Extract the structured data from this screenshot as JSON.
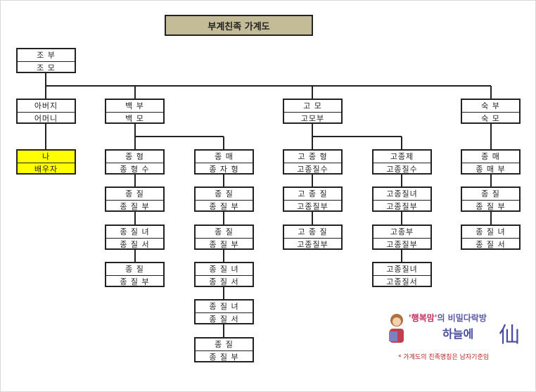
{
  "title": "부계친족 가계도",
  "grandparents": [
    "조 부",
    "조 모"
  ],
  "columns": [
    {
      "parent": [
        "아버지",
        "어머니"
      ],
      "children": [
        [
          "나",
          "배우자"
        ]
      ]
    },
    {
      "parent": [
        "백 부",
        "백 모"
      ],
      "children": [
        [
          "종 형",
          "종 형 수"
        ],
        [
          "종 질",
          "종 질 부"
        ],
        [
          "종 질 녀",
          "종 질 서"
        ],
        [
          "종 질",
          "종 질 부"
        ]
      ]
    },
    {
      "parent": null,
      "children": [
        [
          "종 매",
          "종 자 형"
        ],
        [
          "종 질",
          "종 질 부"
        ],
        [
          "종 질",
          "종 질 부"
        ],
        [
          "종 질 녀",
          "종 질 서"
        ],
        [
          "종 질 녀",
          "종 질 서"
        ],
        [
          "종 질",
          "종 질 부"
        ]
      ]
    },
    {
      "parent": [
        "고 모",
        "고모부"
      ],
      "children": [
        [
          "고 종 형",
          "고종질수"
        ],
        [
          "고 종 질",
          "고종질부"
        ],
        [
          "고 종 질",
          "고종질부"
        ]
      ]
    },
    {
      "parent": null,
      "children": [
        [
          "고종제",
          "고종질수"
        ],
        [
          "고종질녀",
          "고종질부"
        ],
        [
          "고종부",
          "고종질부"
        ],
        [
          "고종질녀",
          "고종질서"
        ]
      ]
    },
    {
      "parent": [
        "숙 부",
        "숙 모"
      ],
      "children": [
        [
          "종 매",
          "종 매 부"
        ],
        [
          "종 질",
          "종 질 부"
        ],
        [
          "종 질 녀",
          "종 질 서"
        ]
      ]
    }
  ],
  "logo": {
    "line1_quote": "'행복맘'",
    "line1_rest": "의 비밀다락방",
    "line2": "하늘에",
    "mark": "仙"
  },
  "note": "* 가계도의 친족명칭은 남자기준임",
  "colors": {
    "title_bg": "#c4bb97",
    "self_bg": "#ffff00"
  }
}
